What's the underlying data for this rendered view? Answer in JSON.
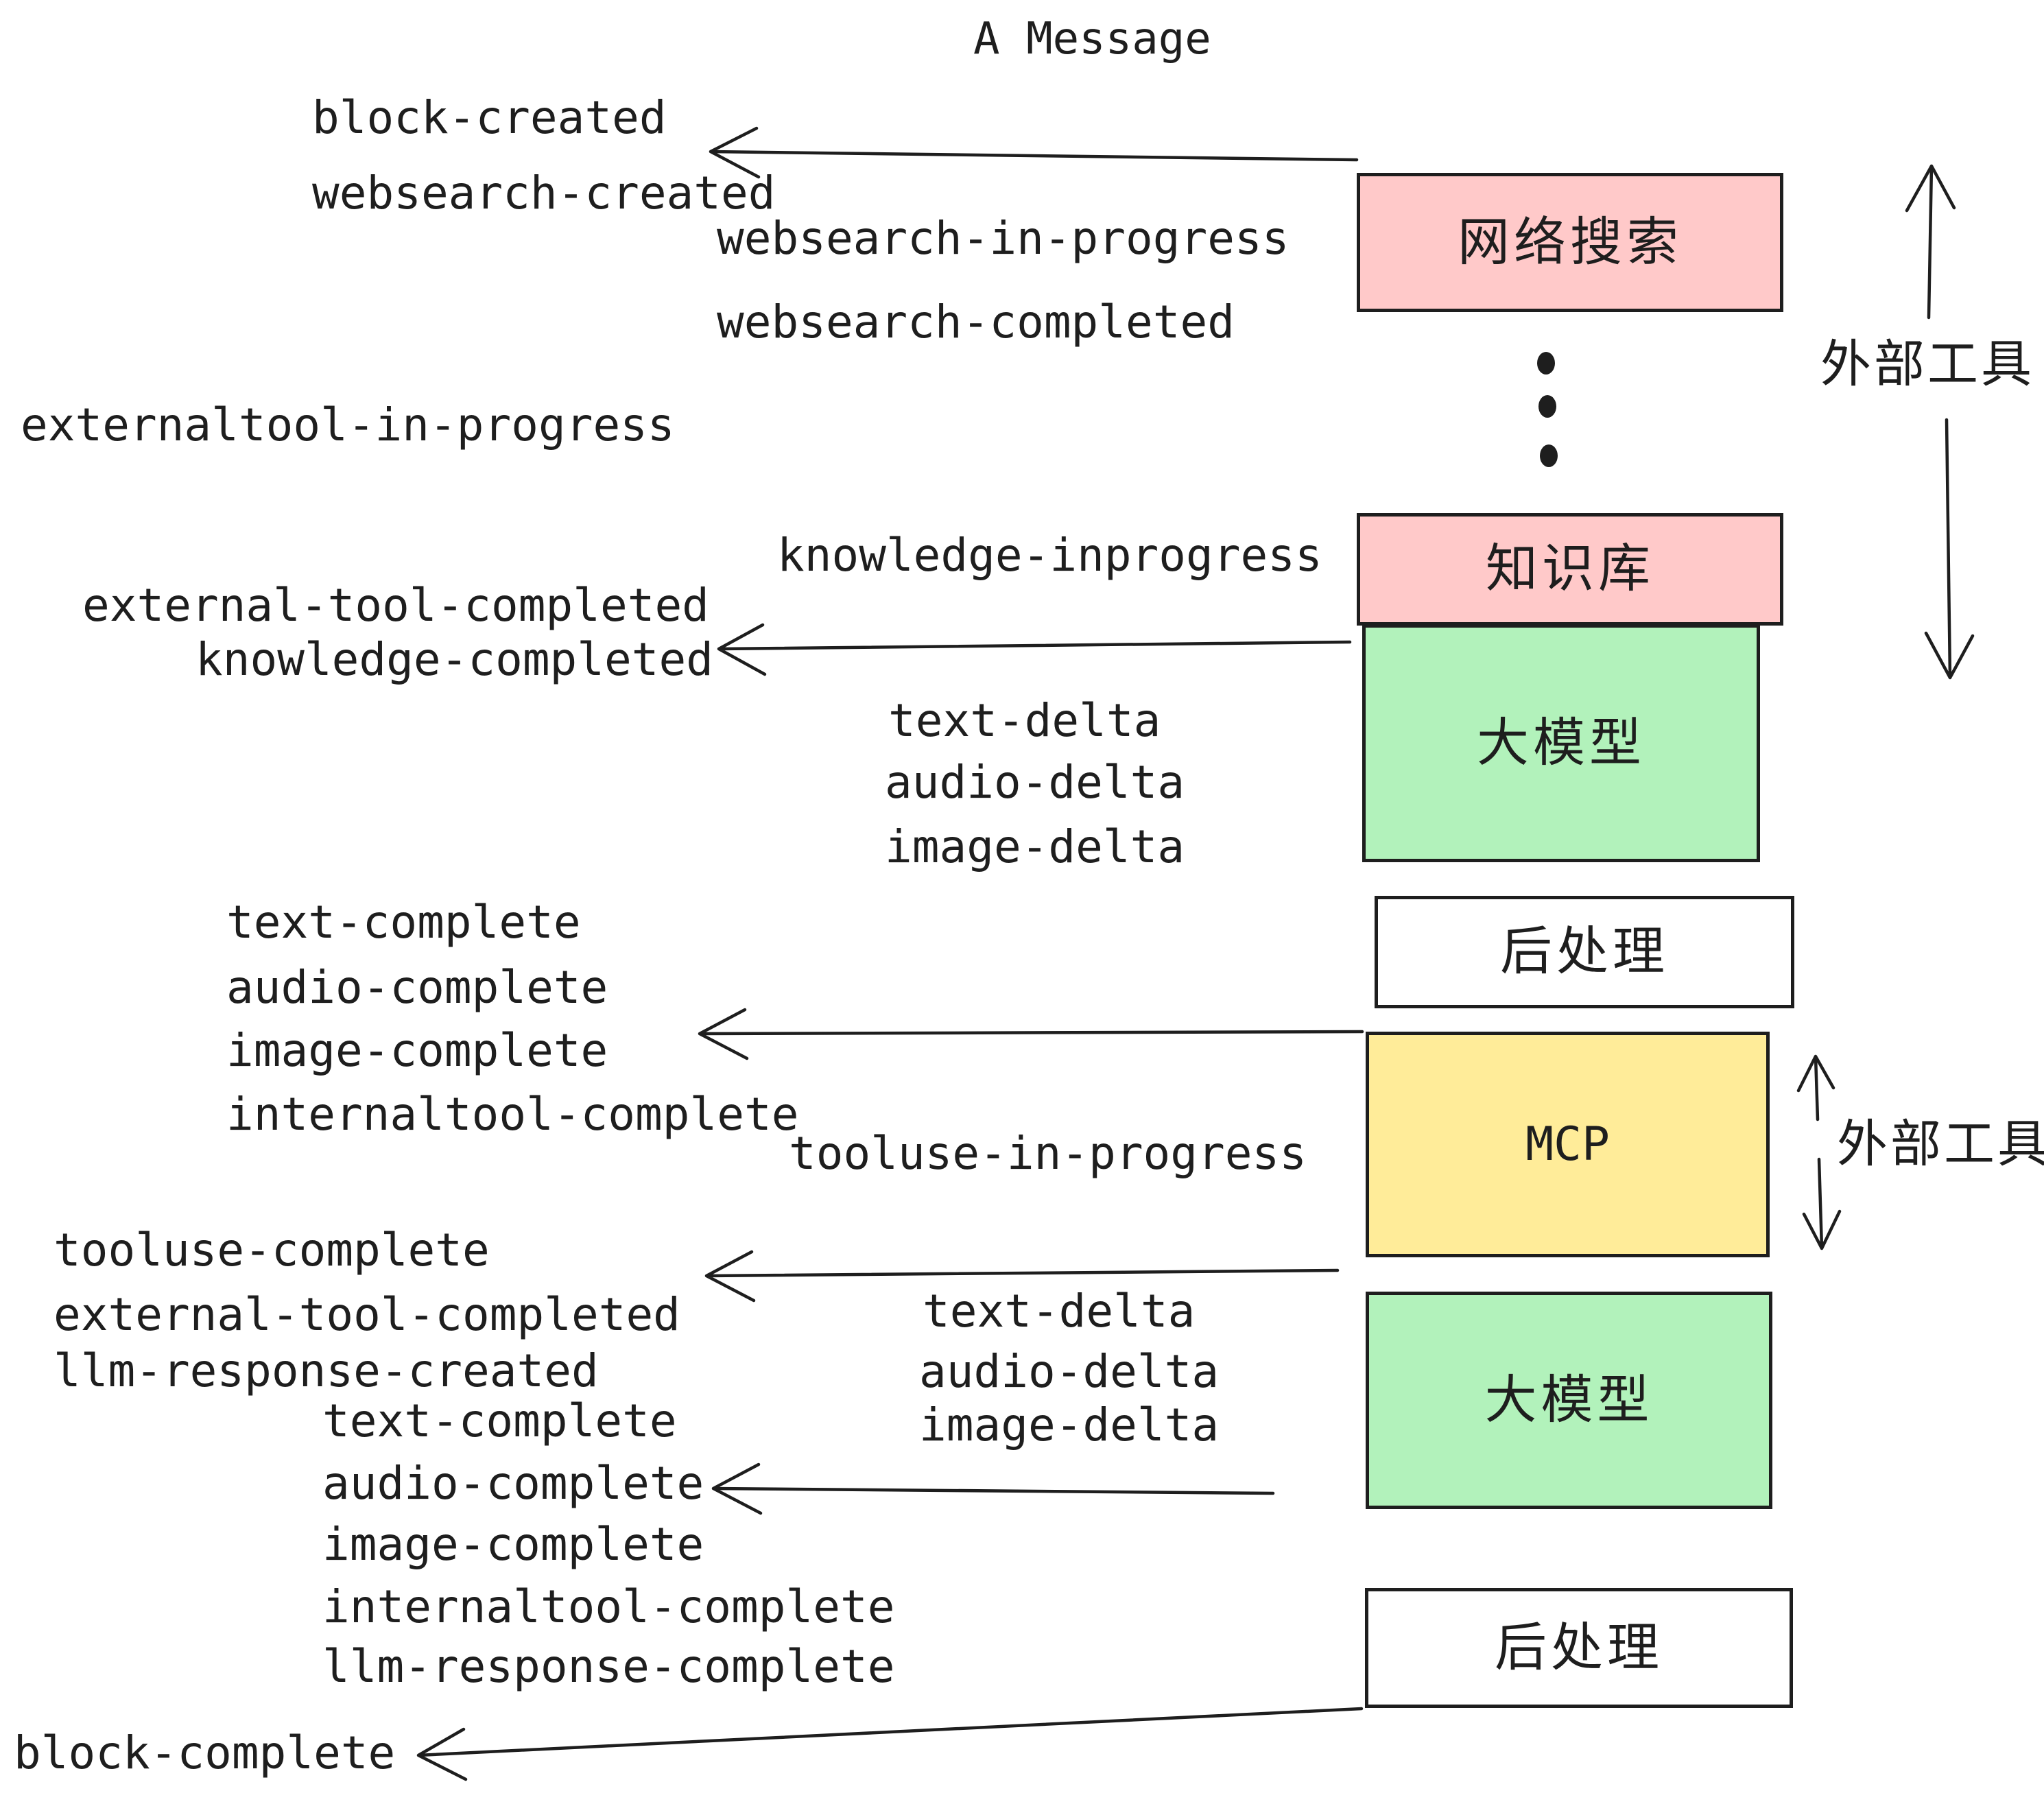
{
  "title": "A Message",
  "colors": {
    "pink": "#ffc9c9",
    "green": "#b2f2bb",
    "yellow": "#ffec99",
    "white": "#ffffff",
    "stroke": "#1e1e1e"
  },
  "boxes": {
    "websearch": {
      "label": "网络搜索"
    },
    "knowledge": {
      "label": "知识库"
    },
    "llm1": {
      "label": "大模型"
    },
    "post1": {
      "label": "后处理"
    },
    "mcp": {
      "label": "MCP"
    },
    "llm2": {
      "label": "大模型"
    },
    "post2": {
      "label": "后处理"
    }
  },
  "annotations": {
    "external_tools_1": "外部工具",
    "external_tools_2": "外部工具"
  },
  "events": {
    "block_created": "block-created",
    "websearch_created": "websearch-created",
    "websearch_in_progress": "websearch-in-progress",
    "websearch_completed": "websearch-completed",
    "externaltool_in_progress": "externaltool-in-progress",
    "knowledge_inprogress": "knowledge-inprogress",
    "external_tool_completed_1": "external-tool-completed",
    "knowledge_completed": "knowledge-completed",
    "text_delta_1": "text-delta",
    "audio_delta_1": "audio-delta",
    "image_delta_1": "image-delta",
    "text_complete_1": "text-complete",
    "audio_complete_1": "audio-complete",
    "image_complete_1": "image-complete",
    "internaltool_complete_1": "internaltool-complete",
    "tooluse_in_progress": "tooluse-in-progress",
    "tooluse_complete": "tooluse-complete",
    "external_tool_completed_2": "external-tool-completed",
    "llm_response_created": "llm-response-created",
    "text_delta_2": "text-delta",
    "audio_delta_2": "audio-delta",
    "image_delta_2": "image-delta",
    "text_complete_2": "text-complete",
    "audio_complete_2": "audio-complete",
    "image_complete_2": "image-complete",
    "internaltool_complete_2": "internaltool-complete",
    "llm_response_complete": "llm-response-complete",
    "block_complete": "block-complete"
  },
  "decorations": {
    "ellipsis_dot_count": 3
  }
}
